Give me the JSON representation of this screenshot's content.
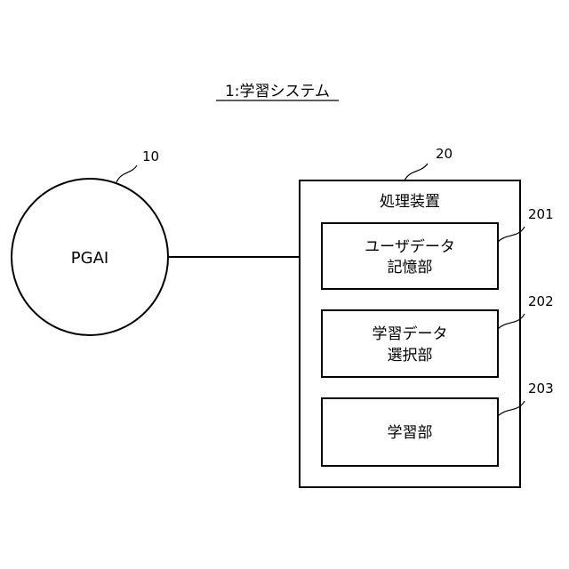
{
  "title": "1:学習システム",
  "pgai": {
    "ref": "10",
    "label": "PGAI"
  },
  "device": {
    "ref": "20",
    "label": "処理装置",
    "modules": [
      {
        "ref": "201",
        "lines": [
          "ユーザデータ",
          "記憶部"
        ]
      },
      {
        "ref": "202",
        "lines": [
          "学習データ",
          "選択部"
        ]
      },
      {
        "ref": "203",
        "lines": [
          "学習部"
        ]
      }
    ]
  }
}
